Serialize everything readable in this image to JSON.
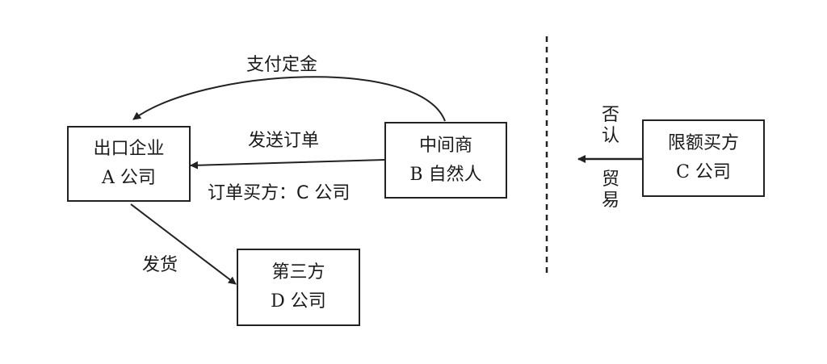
{
  "nodes": {
    "exporter": {
      "line1": "出口企业",
      "line2": "A 公司"
    },
    "middleman": {
      "line1": "中间商",
      "line2": "B 自然人"
    },
    "third_party": {
      "line1": "第三方",
      "line2": "D 公司"
    },
    "restricted_buyer": {
      "line1": "限额买方",
      "line2": "C 公司"
    }
  },
  "edges": {
    "pay_deposit": "支付定金",
    "send_order": "发送订单",
    "order_buyer": "订单买方：C 公司",
    "ship": "发货",
    "deny_trade_top": "否认",
    "deny_trade_bottom": "贸易"
  },
  "colors": {
    "line": "#222222"
  }
}
